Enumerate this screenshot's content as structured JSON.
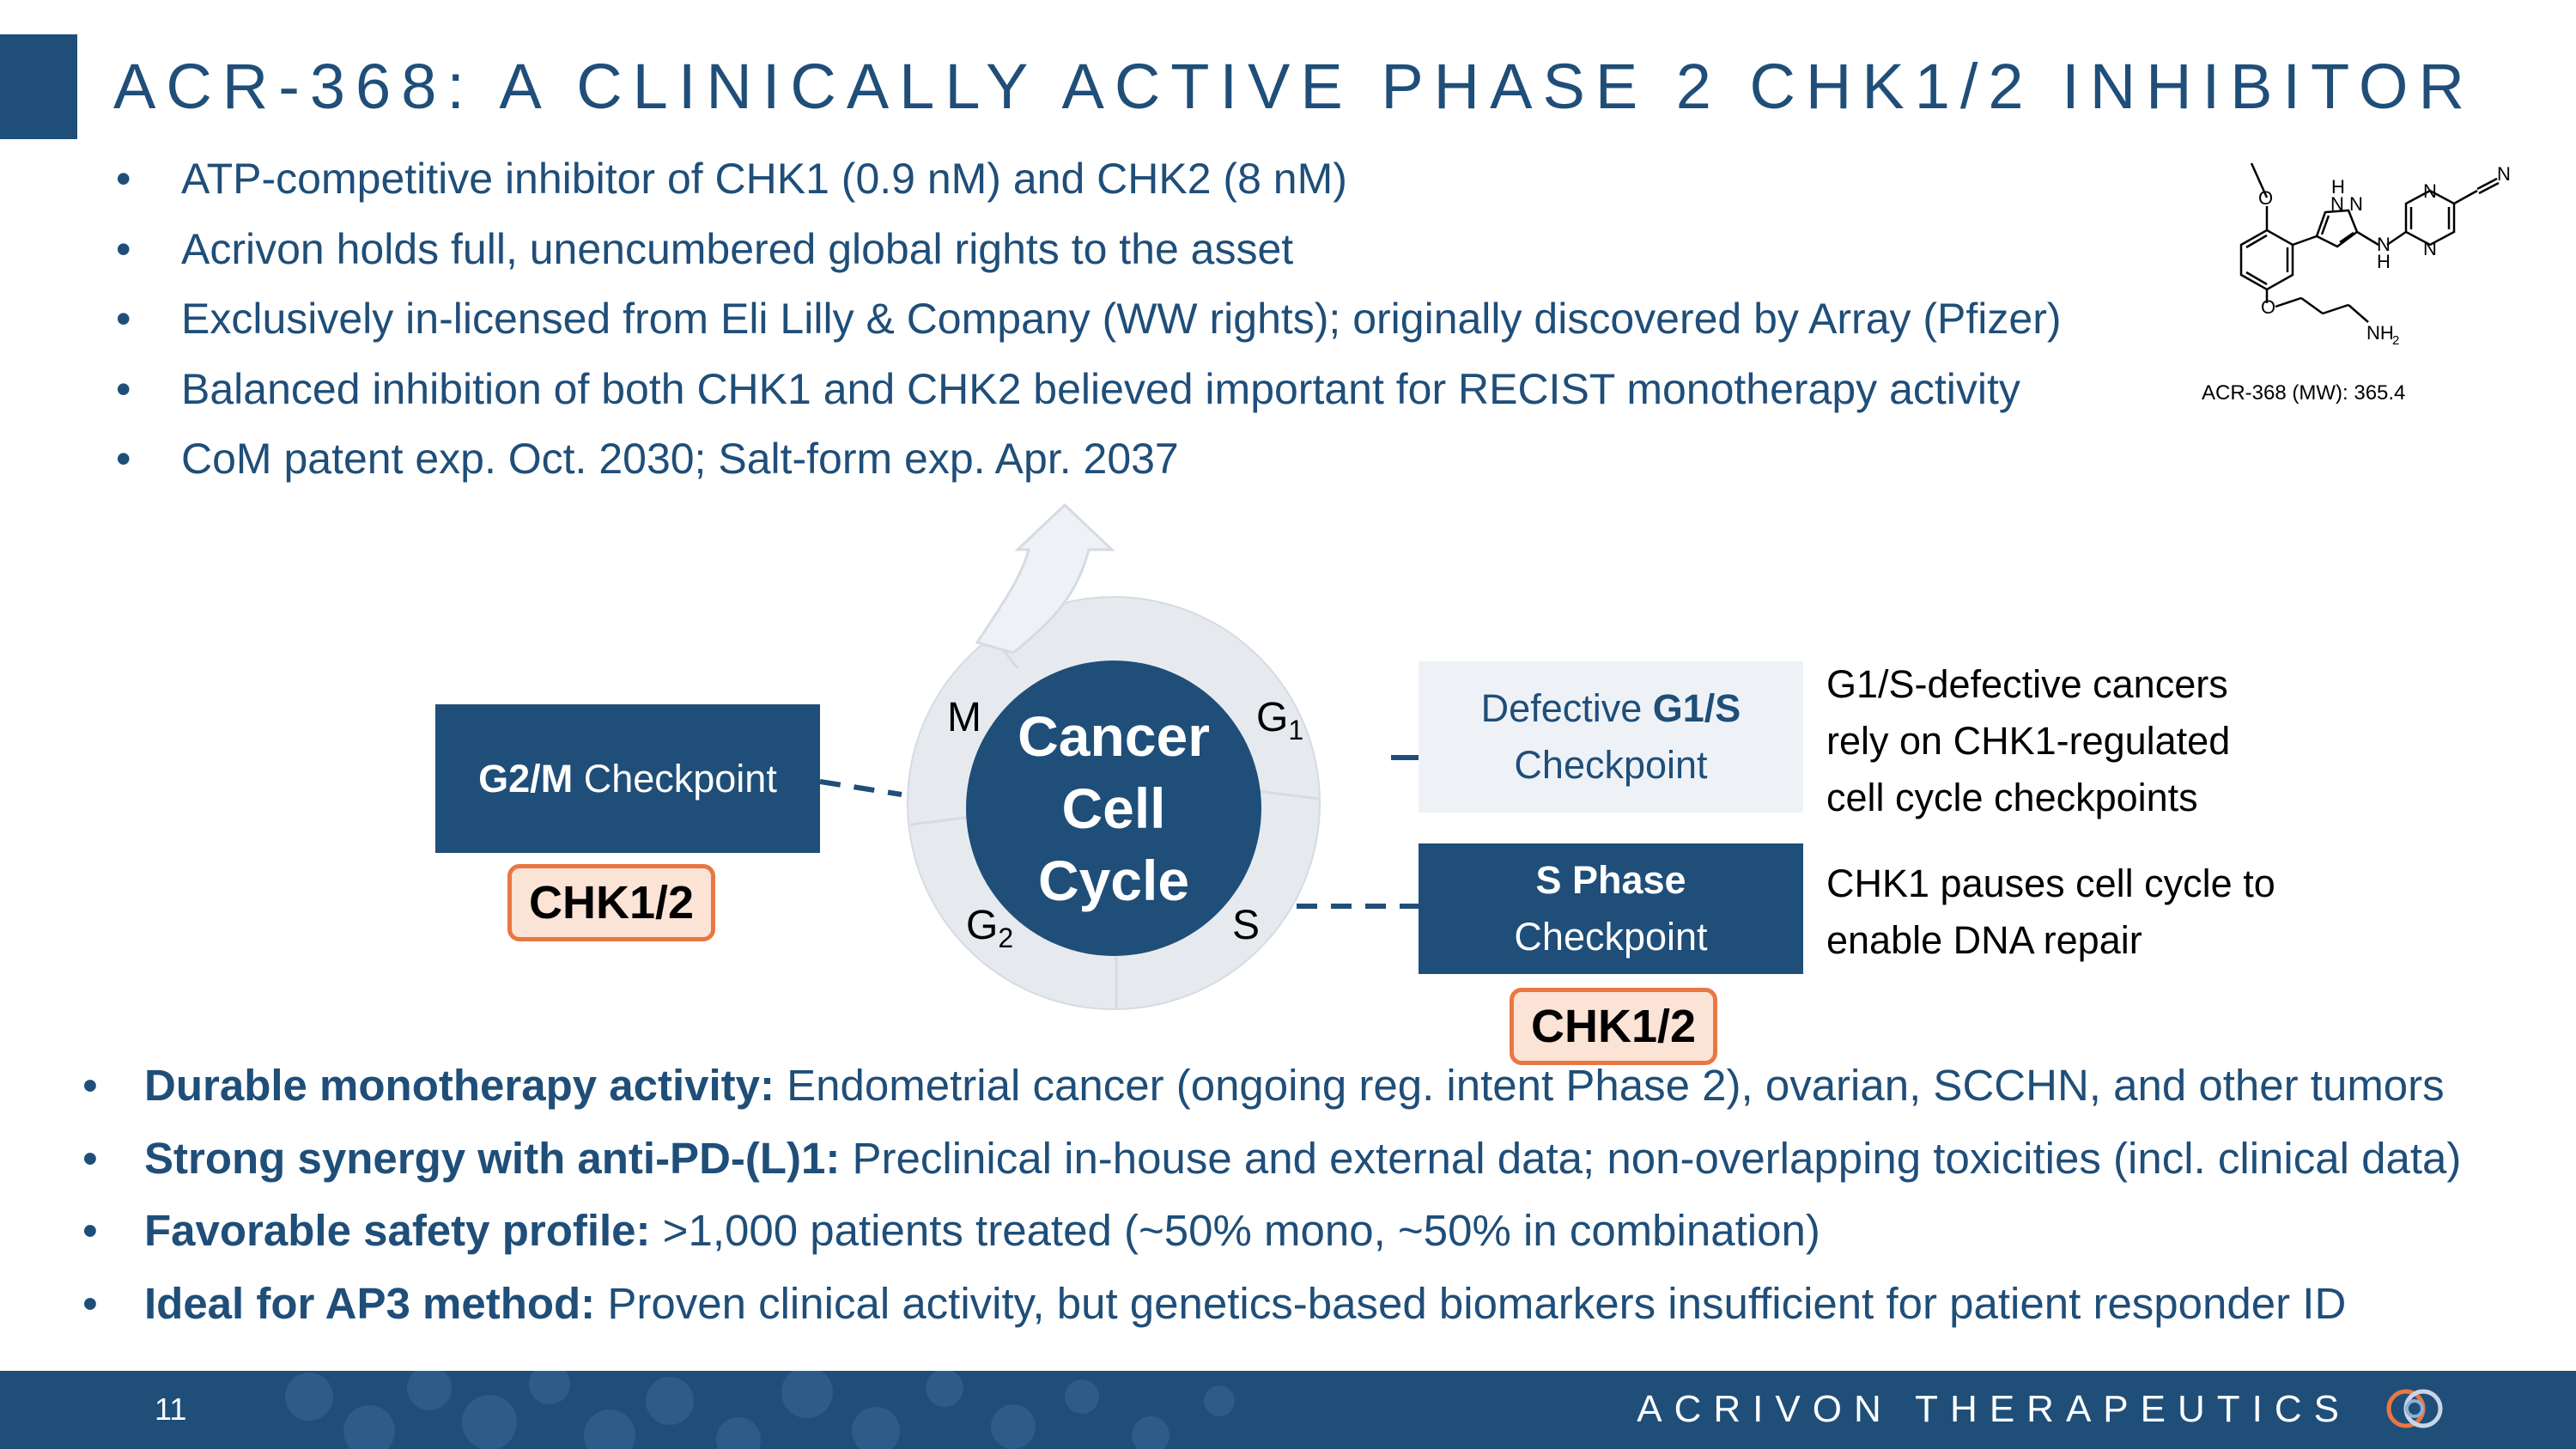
{
  "header": {
    "title": "ACR-368: A CLINICALLY ACTIVE PHASE 2 CHK1/2 INHIBITOR"
  },
  "top_bullets": [
    "ATP-competitive inhibitor of CHK1 (0.9 nM) and CHK2 (8 nM)",
    "Acrivon holds full, unencumbered global rights to the asset",
    "Exclusively in-licensed from Eli Lilly & Company (WW rights); originally discovered by Array (Pfizer)",
    "Balanced inhibition of both CHK1 and CHK2 believed important for RECIST monotherapy activity",
    "CoM patent exp. Oct. 2030; Salt-form exp.  Apr. 2037"
  ],
  "molecule": {
    "caption": "ACR-368 (MW): 365.4",
    "atoms": {
      "h": "H",
      "n": "N",
      "o": "O",
      "nh2": "NH",
      "nh2_sub": "2"
    }
  },
  "diagram": {
    "center": "Cancer\nCell\nCycle",
    "phases": {
      "m": "M",
      "g1": "G",
      "g1_sub": "1",
      "g2": "G",
      "g2_sub": "2",
      "s": "S"
    },
    "g2m_box": {
      "bold": "G2/M",
      "rest": " Checkpoint"
    },
    "g1s_box": {
      "line1_pre": "Defective ",
      "line1_bold": "G1/S",
      "line2": "Checkpoint"
    },
    "s_box": {
      "line1": "S Phase",
      "line2": "Checkpoint"
    },
    "badge": "CHK1/2",
    "notes": {
      "g1s": [
        "G1/S-defective cancers",
        "rely on CHK1-regulated",
        "cell cycle checkpoints"
      ],
      "s": [
        "CHK1 pauses cell cycle to",
        "enable DNA repair"
      ]
    }
  },
  "bottom_bullets": [
    {
      "bold": "Durable monotherapy activity:",
      "text": " Endometrial cancer (ongoing reg. intent Phase 2), ovarian, SCCHN, and other tumors"
    },
    {
      "bold": "Strong synergy with anti-PD-(L)1:",
      "text": " Preclinical in-house and external data; non-overlapping toxicities (incl. clinical data)"
    },
    {
      "bold": "Favorable safety profile:",
      "text": " >1,000 patients treated (~50% mono, ~50% in combination)"
    },
    {
      "bold": "Ideal for AP3 method:",
      "text": " Proven clinical activity, but genetics-based biomarkers insufficient for patient responder ID"
    }
  ],
  "footer": {
    "page_number": "11",
    "company": "ACRIVON THERAPEUTICS",
    "logo_icon": "acrivon-logo-icon"
  },
  "colors": {
    "navy": "#1f4e79",
    "badge_fill": "#fbe3d6",
    "badge_border": "#e97743",
    "light_box": "#eef2f7",
    "cycle_ring": "#e6eaef"
  }
}
